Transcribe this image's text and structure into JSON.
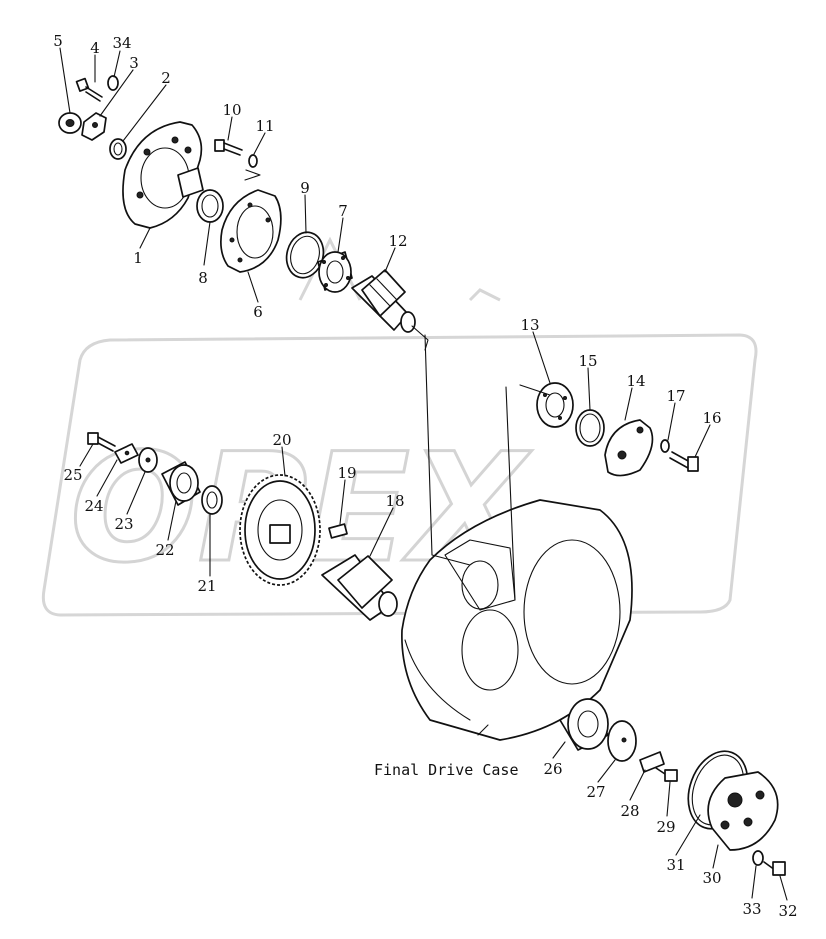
{
  "watermark": {
    "text": "OPEX"
  },
  "caption": "Final Drive Case",
  "part_numbers": {
    "p1": "1",
    "p2": "2",
    "p3": "3",
    "p4": "4",
    "p5": "5",
    "p6": "6",
    "p7": "7",
    "p8": "8",
    "p9": "9",
    "p10": "10",
    "p11": "11",
    "p12": "12",
    "p13": "13",
    "p14": "14",
    "p15": "15",
    "p16": "16",
    "p17": "17",
    "p18": "18",
    "p19": "19",
    "p20": "20",
    "p21": "21",
    "p22": "22",
    "p23": "23",
    "p24": "24",
    "p25": "25",
    "p26": "26",
    "p27": "27",
    "p28": "28",
    "p29": "29",
    "p30": "30",
    "p31": "31",
    "p32": "32",
    "p33": "33",
    "p34": "34"
  }
}
